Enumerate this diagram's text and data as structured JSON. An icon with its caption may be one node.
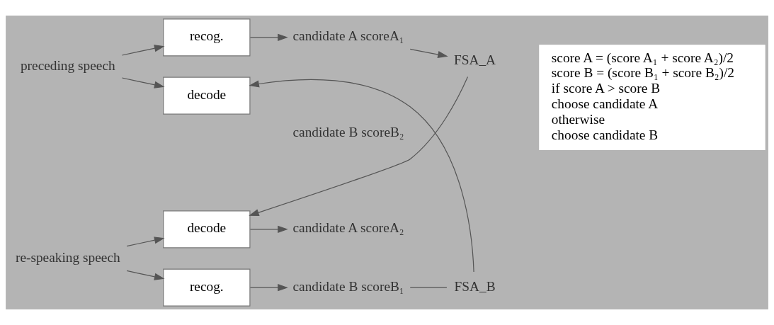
{
  "diagram": {
    "nodes": [
      {
        "text": [
          "preceding speech"
        ]
      },
      {
        "text": [
          "recog."
        ]
      },
      {
        "text": [
          "candidate A scoreA₁"
        ]
      },
      {
        "text": [
          "FSA_A"
        ]
      },
      {
        "text": [
          "decode"
        ]
      },
      {
        "text": [
          "candidate B scoreB₂"
        ]
      },
      {
        "text": [
          "score A = (score A₁ + score A₂)/2",
          "score B = (score B₁ + score B₂)/2",
          "if score A > score B",
          "choose candidate A",
          "otherwise",
          "choose candidate B"
        ]
      },
      {
        "text": [
          "decode"
        ]
      },
      {
        "text": [
          "candidate A scoreA₂"
        ]
      },
      {
        "text": [
          "re-speaking speech"
        ]
      },
      {
        "text": [
          "recog."
        ]
      },
      {
        "text": [
          "candidate B scoreB₁"
        ]
      },
      {
        "text": [
          "FSA_B"
        ]
      }
    ],
    "edges": [
      {
        "from": 0,
        "to": 1,
        "arrow": "to"
      },
      {
        "from": 0,
        "to": 4,
        "arrow": "to"
      },
      {
        "from": 1,
        "to": 2,
        "arrow": "to"
      },
      {
        "from": 2,
        "to": 3,
        "arrow": "to"
      },
      {
        "from": 3,
        "to": 7,
        "arrow": "to"
      },
      {
        "from": 12,
        "to": 4,
        "arrow": "to"
      },
      {
        "from": 9,
        "to": 7,
        "arrow": "to"
      },
      {
        "from": 9,
        "to": 10,
        "arrow": "to"
      },
      {
        "from": 7,
        "to": 8,
        "arrow": "to"
      },
      {
        "from": 10,
        "to": 11,
        "arrow": "to"
      },
      {
        "from": 11,
        "to": 12,
        "arrow": "none"
      }
    ]
  }
}
